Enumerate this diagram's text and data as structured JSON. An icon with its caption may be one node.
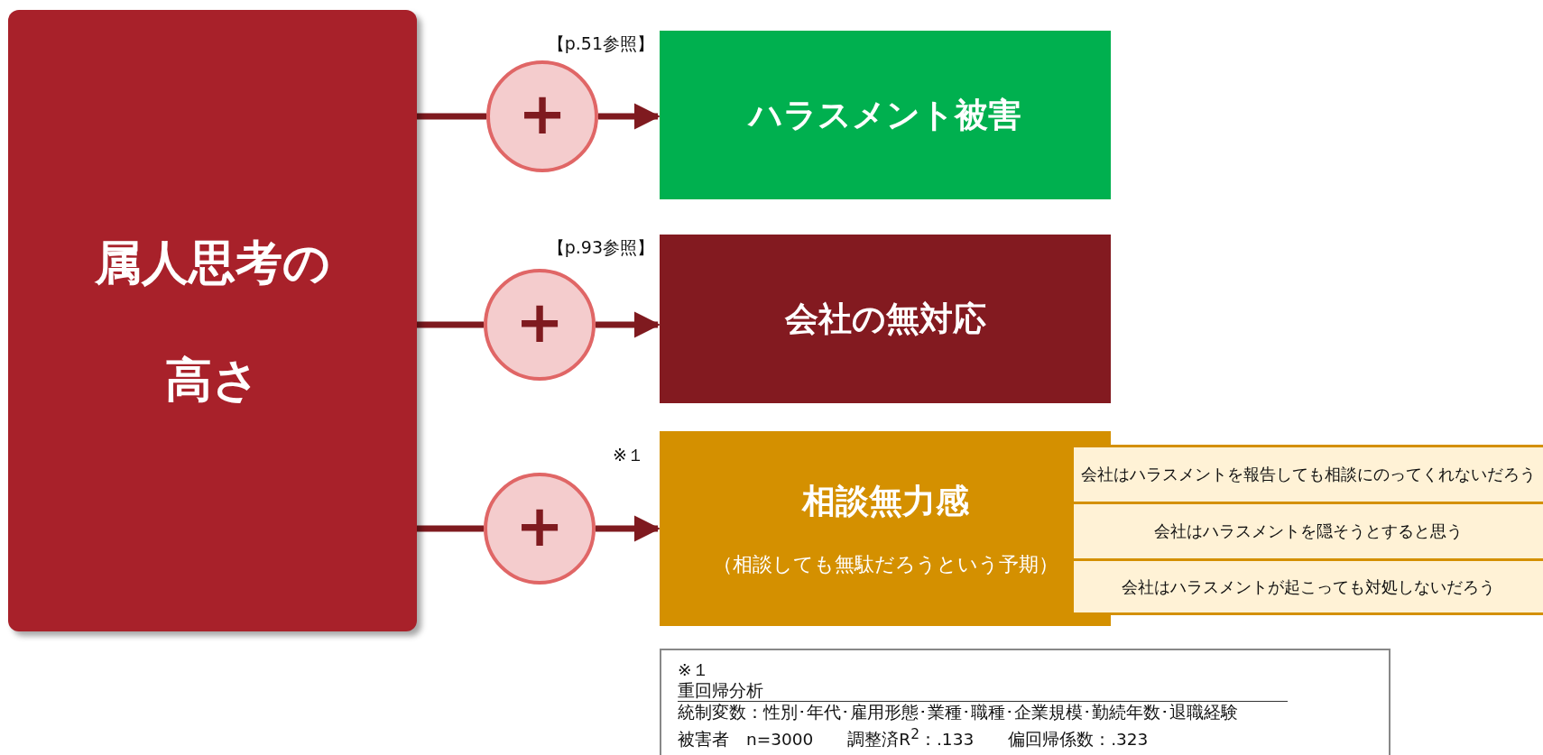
{
  "diagram": {
    "nodes": [
      {
        "text": [
          "属人思考の高さ"
        ]
      },
      {
        "text": [
          "+"
        ]
      },
      {
        "text": [
          "+"
        ]
      },
      {
        "text": [
          "+"
        ]
      },
      {
        "text": [
          "ハラスメント被害"
        ],
        "beside": [
          "【p.51参照】"
        ]
      },
      {
        "text": [
          "会社の無対応"
        ],
        "beside": [
          "【p.93参照】"
        ]
      },
      {
        "text": [
          "相談無力感",
          "（相談しても無駄だろうという予期）"
        ],
        "beside": [
          "※１"
        ]
      },
      {
        "text": [
          "会社はハラスメントを報告しても相談にのってくれないだろう"
        ]
      },
      {
        "text": [
          "会社はハラスメントを隠そうとすると思う"
        ]
      },
      {
        "text": [
          "会社はハラスメントが起こっても対処しないだろう"
        ]
      },
      {
        "text": [
          "※１",
          "重回帰分析",
          "統制変数：性別･年代･雇用形態･業種･職種･企業規模･勤続年数･退職経験",
          "被害者　n=3000　　調整済R$^{2}$：.133　　偏回帰係数：.323"
        ]
      }
    ],
    "edges": [
      {
        "from": 0,
        "to": 1,
        "arrow": "none"
      },
      {
        "from": 1,
        "to": 4,
        "arrow": "to"
      },
      {
        "from": 0,
        "to": 2,
        "arrow": "none"
      },
      {
        "from": 2,
        "to": 5,
        "arrow": "to"
      },
      {
        "from": 0,
        "to": 3,
        "arrow": "none"
      },
      {
        "from": 3,
        "to": 6,
        "arrow": "to"
      }
    ]
  }
}
